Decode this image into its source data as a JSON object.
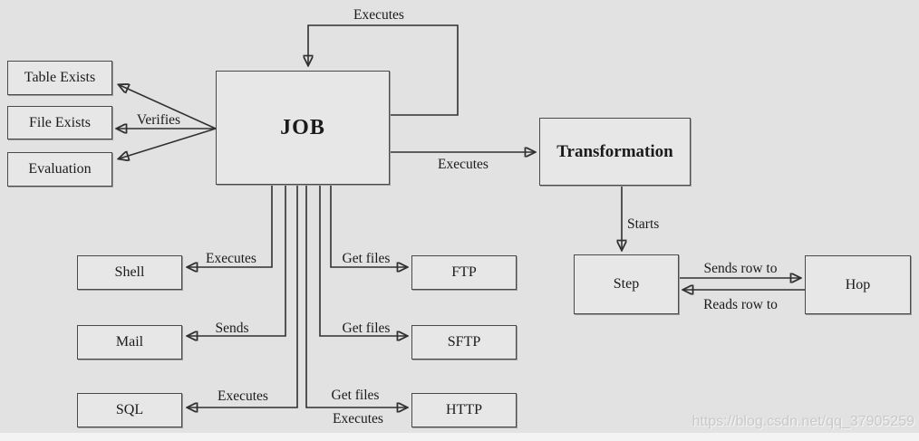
{
  "diagram": {
    "nodes": {
      "table_exists": "Table Exists",
      "file_exists": "File Exists",
      "evaluation": "Evaluation",
      "job": "JOB",
      "transformation": "Transformation",
      "shell": "Shell",
      "mail": "Mail",
      "sql": "SQL",
      "ftp": "FTP",
      "sftp": "SFTP",
      "http": "HTTP",
      "step": "Step",
      "hop": "Hop"
    },
    "edge_labels": {
      "job_self": "Executes",
      "job_verifies": "Verifies",
      "job_transformation": "Executes",
      "transformation_step": "Starts",
      "step_hop": "Sends row to",
      "hop_step": "Reads row to",
      "job_shell": "Executes",
      "job_mail": "Sends",
      "job_sql": "Executes",
      "job_ftp": "Get files",
      "job_sftp": "Get files",
      "job_http_get": "Get files",
      "job_http_exec": "Executes"
    },
    "colors": {
      "background": "#e2e2e2",
      "node_fill": "#e7e7e7",
      "node_border": "#4a4a4a",
      "line": "#303030",
      "text": "#1b1b1b",
      "watermark_text": "#c9c9c9"
    },
    "watermark": "https://blog.csdn.net/qq_37905259"
  }
}
